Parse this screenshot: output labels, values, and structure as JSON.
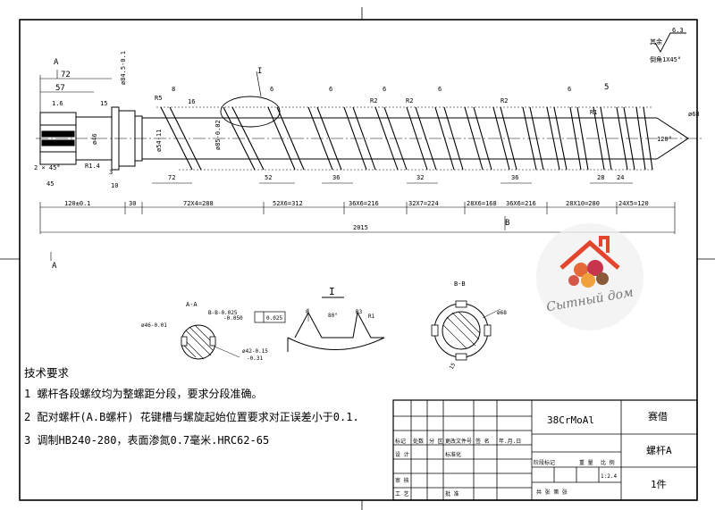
{
  "drawing": {
    "surface_finish": "6.3",
    "other_label": "其余",
    "chamfer_note": "倒角1X45°",
    "section_a_label": "A",
    "section_b_label": "B",
    "detail_label": "I",
    "section_a_title": "A-A",
    "section_b_title": "B-B",
    "tolerance_b": "B-B-0.025",
    "tolerance_b2": "-0.050",
    "flatness": "0.025",
    "dia_46": "ø46-0.01",
    "dia_42": "ø42-0.15",
    "dia_42b": "-0.31",
    "dia_68": "ø68",
    "detail_8": "8",
    "detail_80": "80°",
    "detail_r3": "R3",
    "detail_r1": "R1",
    "section_15": "15"
  },
  "dimensions": {
    "d72": "72",
    "d57": "57",
    "d16": "1.6",
    "d845": "ø84.5-0.1",
    "r5": "R5",
    "d8": "8",
    "d16b": "16",
    "d6a": "6",
    "d6b": "6",
    "d6c": "6",
    "d6d": "6",
    "d6e": "6",
    "d5": "5",
    "r2a": "R2",
    "r2b": "R2",
    "r2c": "R2",
    "r1b": "R1",
    "d15": "15",
    "d46": "ø46",
    "d54": "ø54-11",
    "d85": "ø85-0.02",
    "d68": "ø68",
    "d120deg": "120°",
    "d45x": "2 × 45°",
    "r14": "R1.4",
    "d45": "45",
    "d3": "3",
    "d10": "10",
    "d72b": "72",
    "d52": "52",
    "d36": "36",
    "d32": "32",
    "d36b": "36",
    "d28": "28",
    "d24": "24",
    "seg1": "120±0.1",
    "seg2": "30",
    "seg3": "72X4=288",
    "seg4": "52X6=312",
    "seg5": "36X6=216",
    "seg6": "32X7=224",
    "seg7": "28X6=168",
    "seg8": "36X6=216",
    "seg9": "28X10=280",
    "seg10": "24X5=120",
    "total": "2015"
  },
  "notes": {
    "title": "技术要求",
    "items": [
      "1  螺杆各段螺纹均为整螺距分段，要求分段准确。",
      "2  配对螺杆(A.B螺杆) 花键槽与螺旋起始位置要求对正误差小于0.1.",
      "3  调制HB240-280，表面渗氮0.7毫米.HRC62-65"
    ]
  },
  "title_block": {
    "material": "38CrMoAl",
    "company": "赛借",
    "part_name": "螺杆A",
    "quantity": "1件",
    "scale": "1:2.4",
    "row_labels": [
      "标记",
      "处数",
      "分 区",
      "更改文件号",
      "签 名",
      "年.月.日"
    ],
    "design_label": "设 计",
    "standard_label": "标准化",
    "check_label": "审 核",
    "process_label": "工 艺",
    "approve_label": "批 准",
    "stage_label": "阶段标记",
    "weight_label": "重 量",
    "scale_label": "比 例",
    "sheet_label": "共   张  第   张"
  },
  "watermark": {
    "text": "Сытный дом"
  }
}
